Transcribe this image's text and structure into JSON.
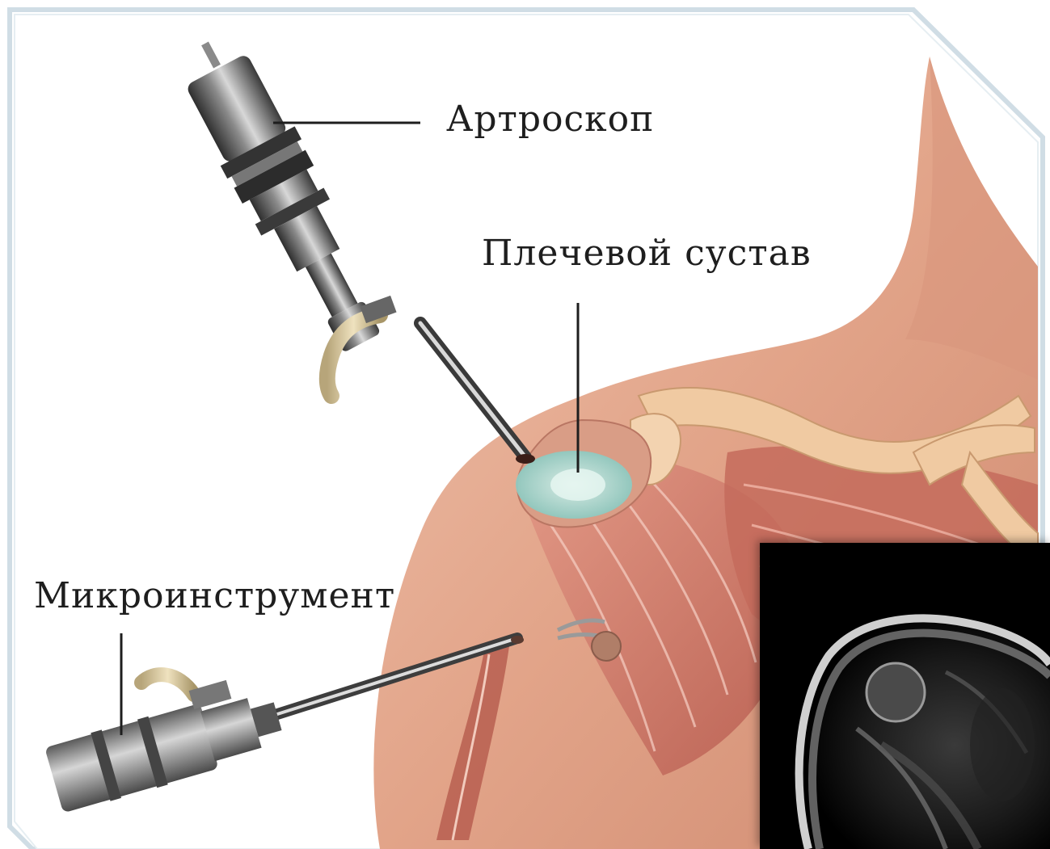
{
  "labels": {
    "arthroscope": "Артроскоп",
    "shoulder_joint": "Плечевой сустав",
    "micro_instrument": "Микроинструмент"
  },
  "colors": {
    "skin": "#e2a489",
    "muscle": "#c86d5e",
    "bone": "#f0caa2",
    "cartilage": "#bfe0d8",
    "instrument": "#6d6d6d",
    "frame_shadow": "#9fb7c5",
    "mri_bg": "#000000"
  }
}
